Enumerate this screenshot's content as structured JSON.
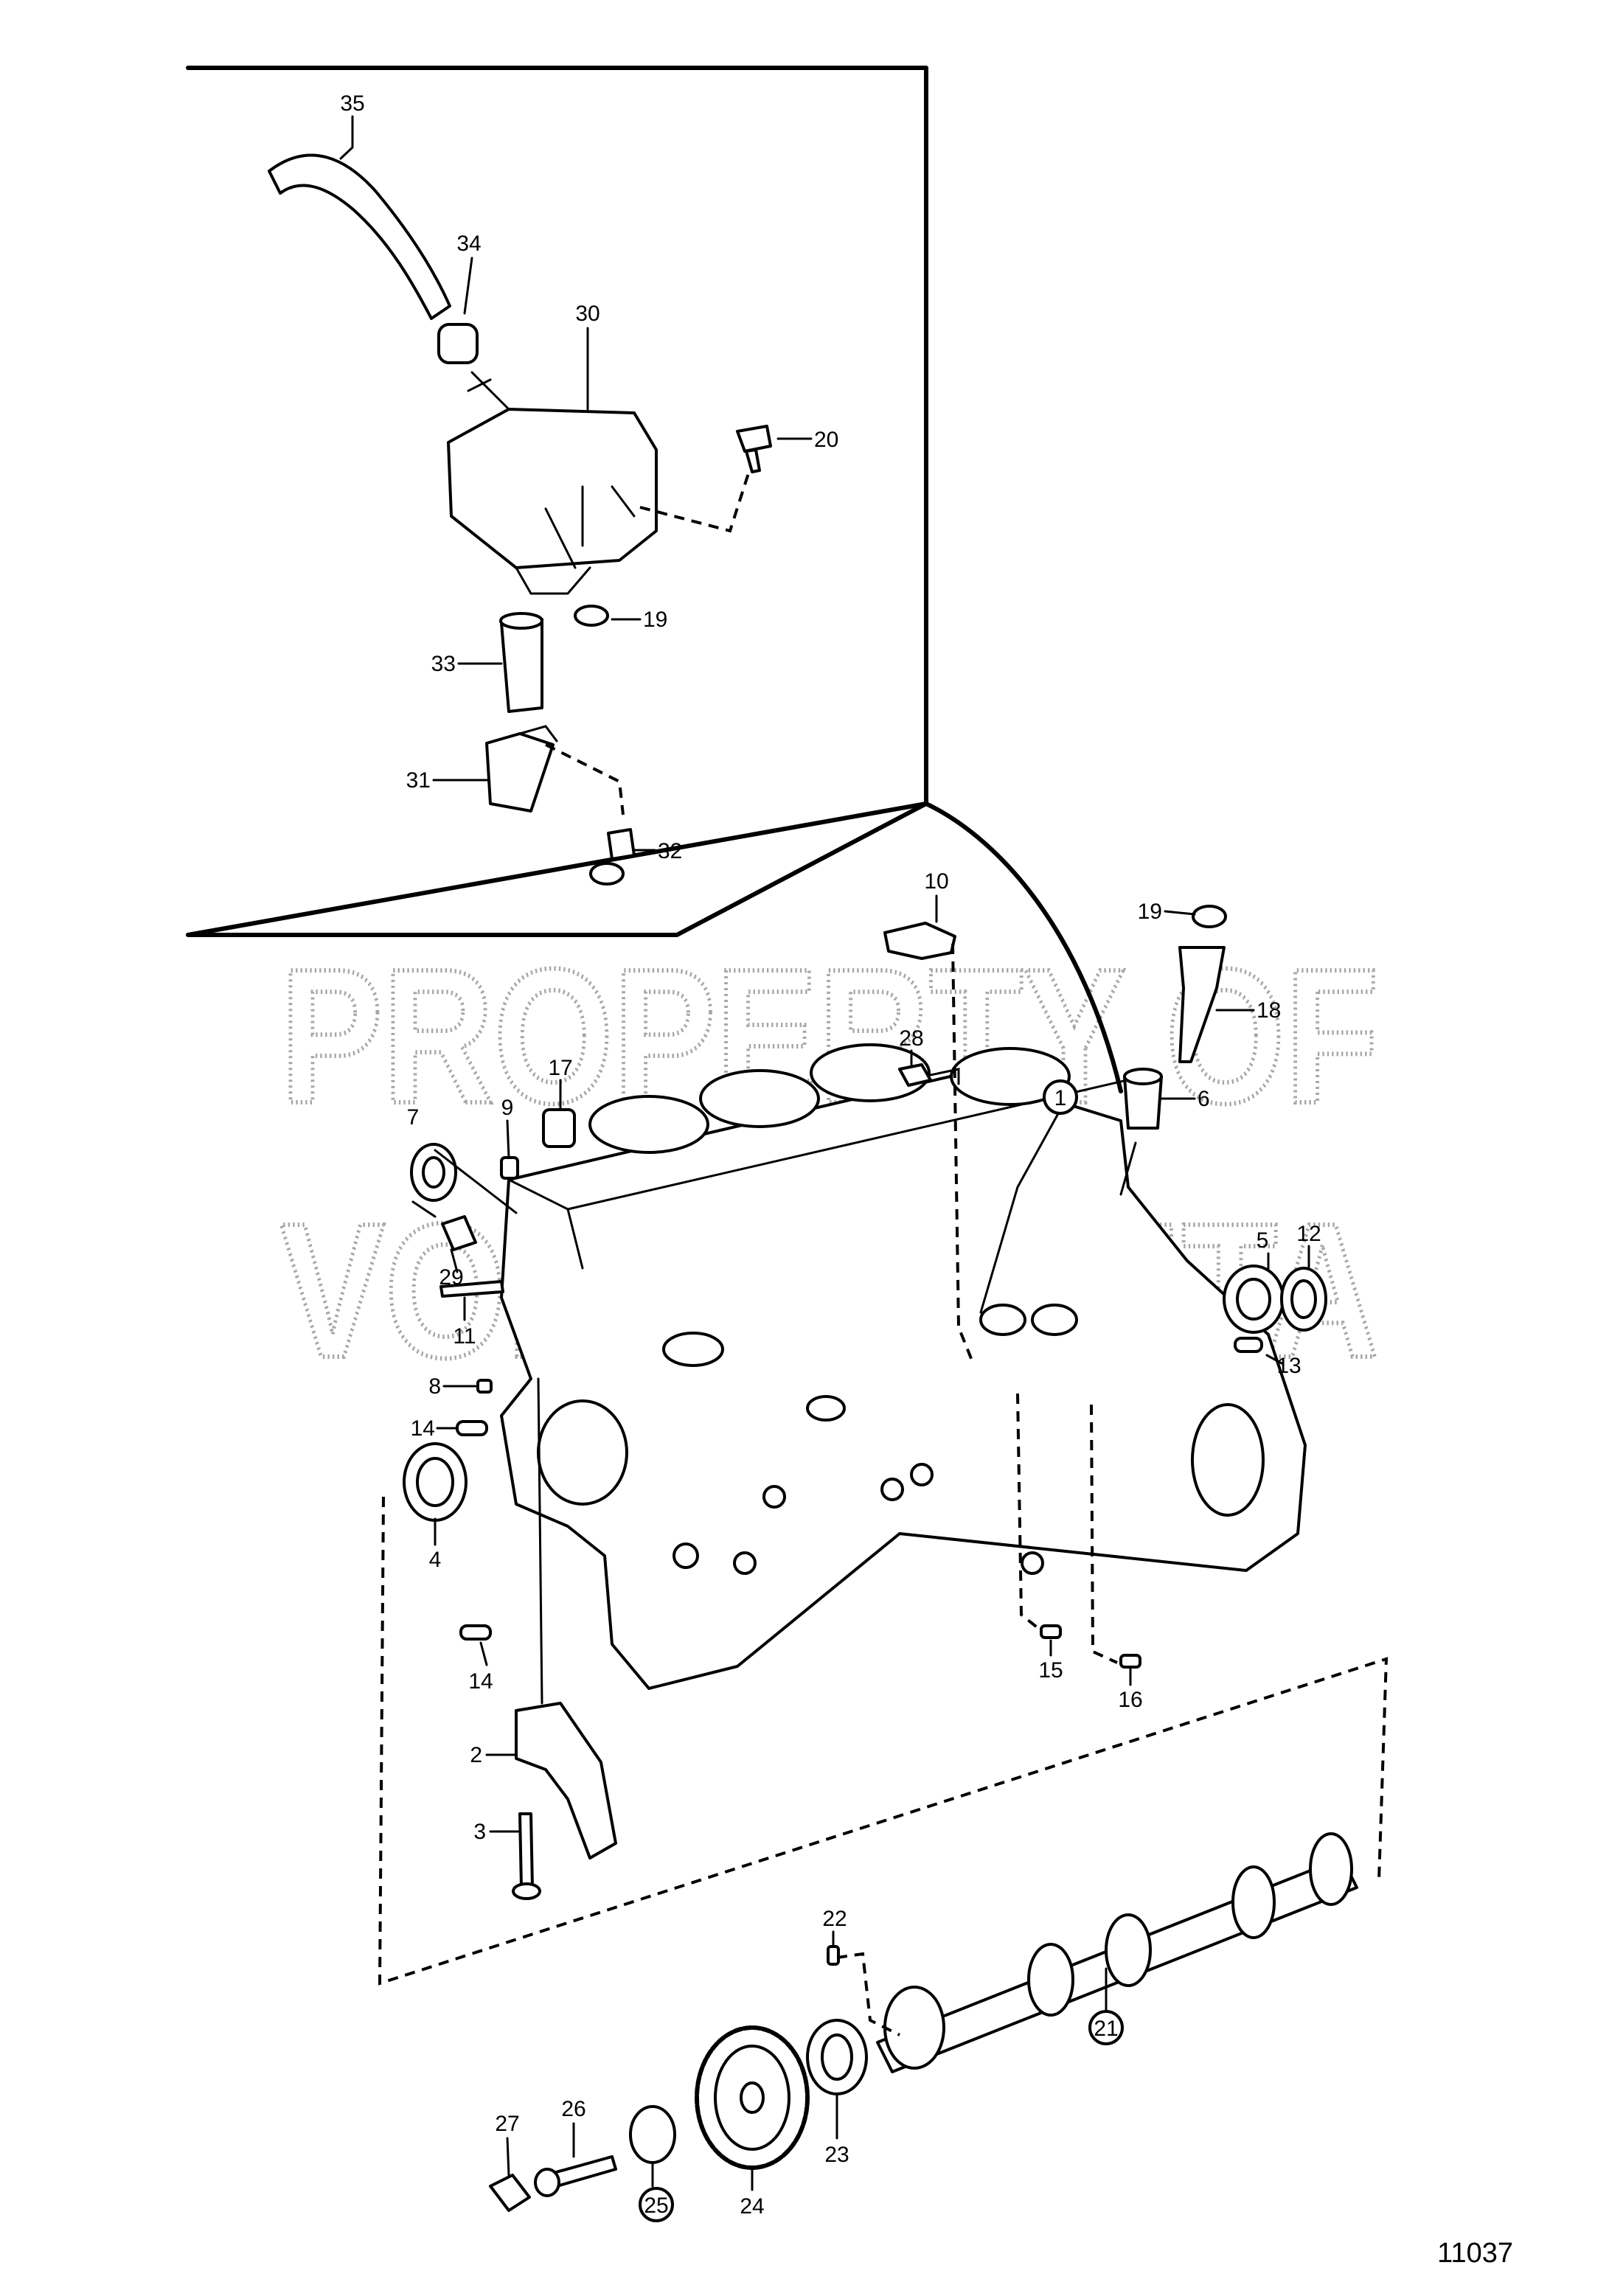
{
  "callouts": {
    "c1": "1",
    "c2": "2",
    "c3": "3",
    "c4": "4",
    "c5": "5",
    "c6": "6",
    "c7": "7",
    "c8": "8",
    "c9": "9",
    "c10": "10",
    "c11": "11",
    "c12": "12",
    "c13": "13",
    "c14a": "14",
    "c14b": "14",
    "c15": "15",
    "c16": "16",
    "c17": "17",
    "c18": "18",
    "c19a": "19",
    "c19b": "19",
    "c20": "20",
    "c21": "21",
    "c22": "22",
    "c23": "23",
    "c24": "24",
    "c25": "25",
    "c26": "26",
    "c27": "27",
    "c28": "28",
    "c29": "29",
    "c30": "30",
    "c31": "31",
    "c32": "32",
    "c33": "33",
    "c34": "34",
    "c35": "35"
  },
  "watermark": {
    "line1": "PROPERTY OF",
    "line2": "VOLVO PENTA"
  },
  "drawing_number": "11037"
}
